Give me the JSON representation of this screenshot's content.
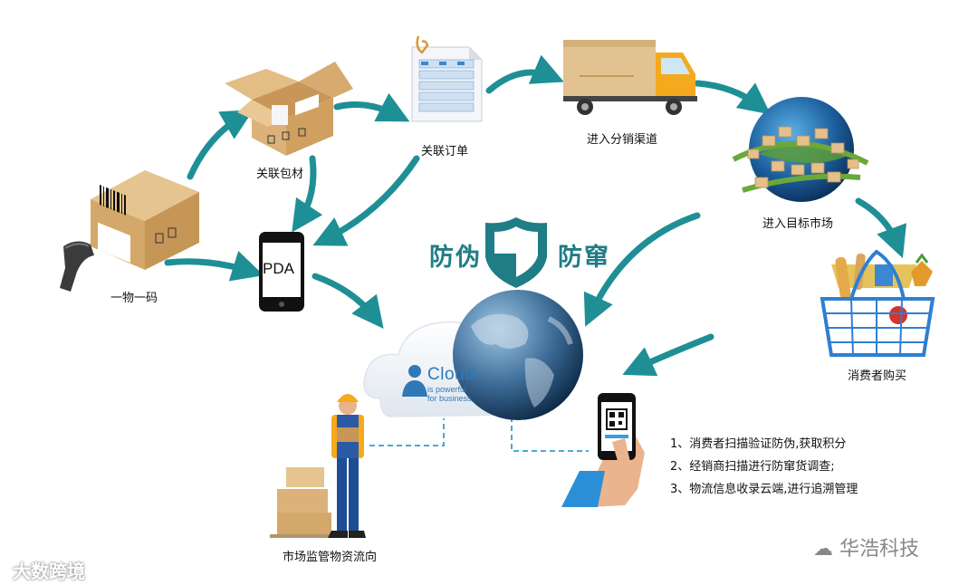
{
  "labels": {
    "one_item_one_code": "一物一码",
    "link_packaging": "关联包材",
    "link_order": "关联订单",
    "enter_distribution": "进入分销渠道",
    "enter_target_market": "进入目标市场",
    "consumer_purchase": "消费者购买",
    "market_supervision": "市场监管物资流向"
  },
  "center": {
    "anti_counterfeit": "防伪",
    "anti_channel_conflict": "防窜",
    "cloud_title": "Cloud",
    "cloud_line1": "is powerful",
    "cloud_line2": "for business"
  },
  "device": {
    "pda_label": "PDA"
  },
  "steps": [
    "1、消费者扫描验证防伪,获取积分",
    "2、经销商扫描进行防窜货调查;",
    "3、物流信息收录云端,进行追溯管理"
  ],
  "watermarks": {
    "left": "大数跨境",
    "right": "华浩科技"
  },
  "colors": {
    "arrow": "#1f8f96",
    "shield": "#1f7d86",
    "box": "#d8b07a",
    "truck": "#f5a91c"
  }
}
